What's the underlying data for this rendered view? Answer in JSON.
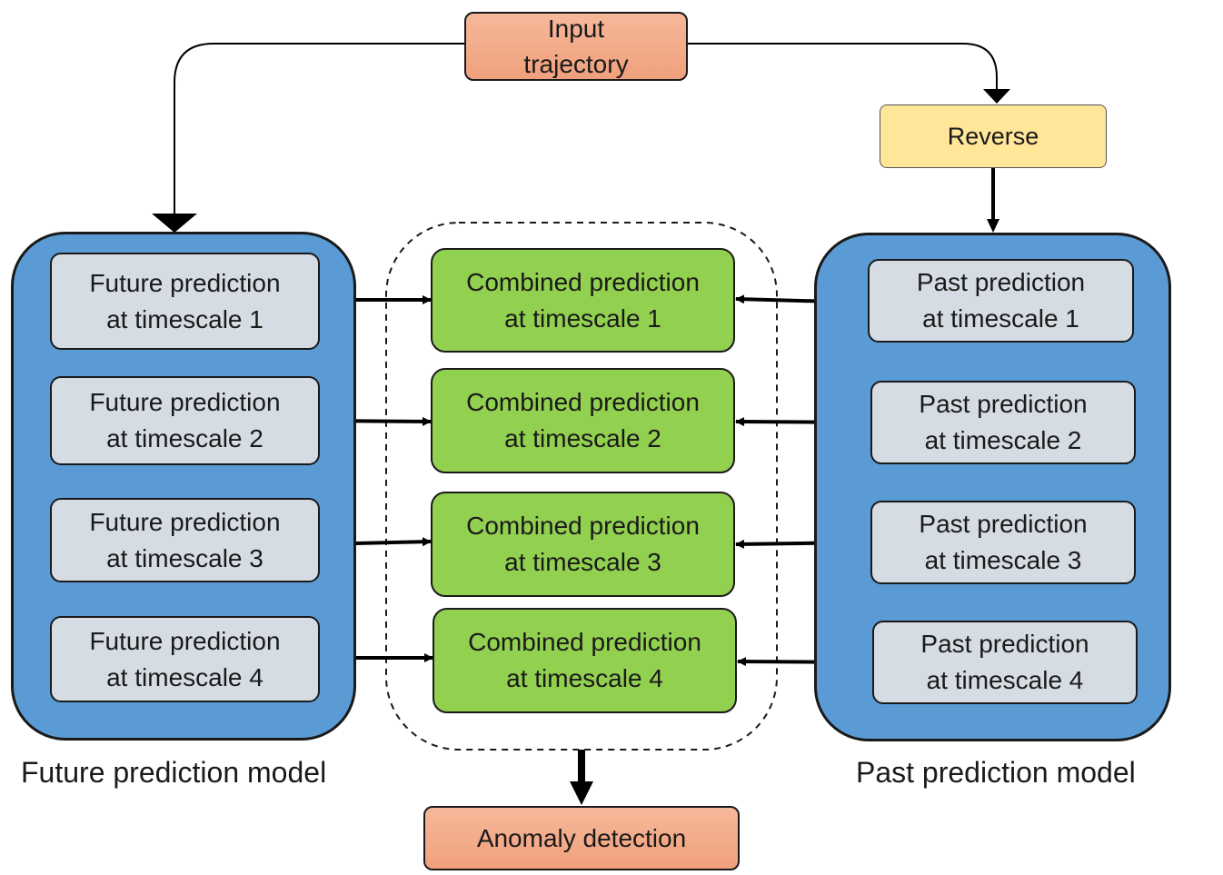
{
  "nodes": {
    "input": "Input\ntrajectory",
    "reverse": "Reverse",
    "anomaly": "Anomaly detection",
    "future": [
      "Future prediction\nat timescale 1",
      "Future prediction\nat timescale 2",
      "Future prediction\nat timescale 3",
      "Future prediction\nat timescale 4"
    ],
    "combined": [
      "Combined prediction\nat timescale 1",
      "Combined prediction\nat timescale 2",
      "Combined prediction\nat timescale 3",
      "Combined prediction\nat timescale 4"
    ],
    "past": [
      "Past prediction\nat timescale 1",
      "Past prediction\nat timescale 2",
      "Past prediction\nat timescale 3",
      "Past prediction\nat timescale 4"
    ]
  },
  "labels": {
    "future_model": "Future prediction model",
    "past_model": "Past prediction model"
  },
  "colors": {
    "panel": "#5b9bd5",
    "grey_box": "#d6dce4",
    "combined_box": "#92d050",
    "salmon_box": "#f4b183",
    "reverse_box": "#ffe699"
  }
}
